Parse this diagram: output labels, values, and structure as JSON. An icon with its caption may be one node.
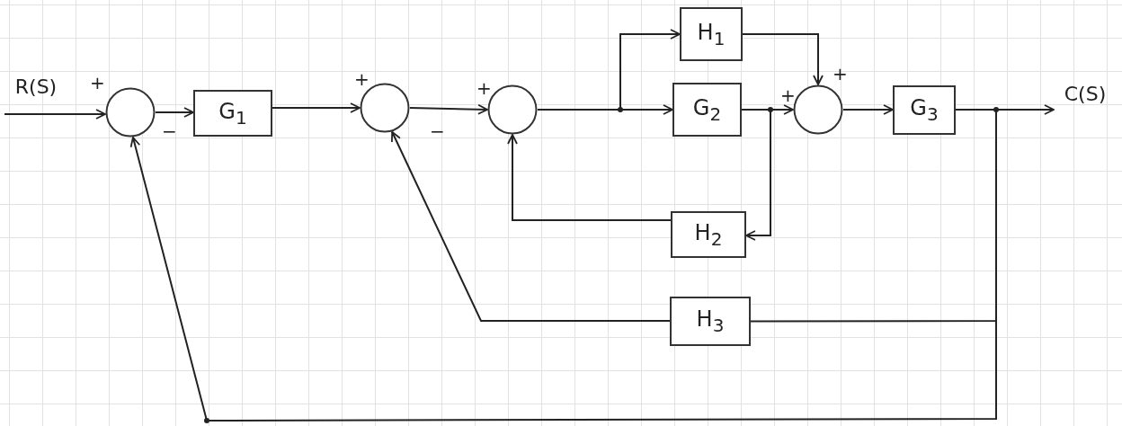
{
  "diagram": {
    "nodes": [
      {
        "text": [
          "R(S)"
        ]
      },
      {
        "text": [],
        "shape": "circle"
      },
      {
        "text": [
          "G$_{1}$"
        ]
      },
      {
        "text": [],
        "shape": "circle"
      },
      {
        "text": [],
        "shape": "circle"
      },
      {
        "text": [
          "H$_{1}$"
        ]
      },
      {
        "text": [
          "G$_{2}$"
        ]
      },
      {
        "text": [],
        "shape": "circle"
      },
      {
        "text": [
          "G$_{3}$"
        ]
      },
      {
        "text": [
          "C(S)"
        ]
      },
      {
        "text": [
          "H$_{2}$"
        ]
      },
      {
        "text": [
          "H$_{3}$"
        ]
      }
    ],
    "edges": [
      {
        "from": 0,
        "to": 1,
        "arrow": "to"
      },
      {
        "from": 1,
        "to": 2,
        "arrow": "to"
      },
      {
        "from": 2,
        "to": 3,
        "arrow": "to"
      },
      {
        "from": 3,
        "to": 4,
        "arrow": "to"
      },
      {
        "from": 4,
        "to": 6,
        "arrow": "to"
      },
      {
        "from": 4,
        "to": 5,
        "arrow": "to"
      },
      {
        "from": 5,
        "to": 7,
        "arrow": "to"
      },
      {
        "from": 6,
        "to": 7,
        "arrow": "to"
      },
      {
        "from": 6,
        "to": 10,
        "arrow": "to"
      },
      {
        "from": 10,
        "to": 4,
        "arrow": "to"
      },
      {
        "from": 7,
        "to": 8,
        "arrow": "to"
      },
      {
        "from": 8,
        "to": 9,
        "arrow": "to"
      },
      {
        "from": 8,
        "to": 11,
        "arrow": "none"
      },
      {
        "from": 11,
        "to": 3,
        "arrow": "to"
      },
      {
        "from": 8,
        "to": 1,
        "arrow": "to"
      }
    ],
    "labels": [
      "+",
      "−",
      "+",
      "−",
      "+",
      "+",
      "+"
    ]
  }
}
